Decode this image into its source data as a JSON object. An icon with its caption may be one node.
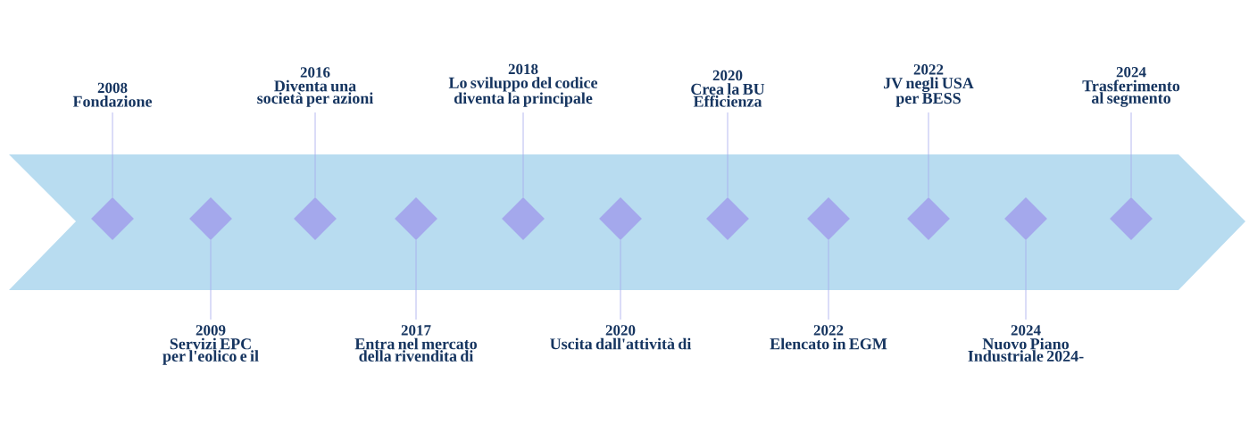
{
  "diagram": {
    "nodes": [
      {
        "text": [
          "2008",
          "Fondazione"
        ]
      },
      {
        "text": [
          "2009",
          "Servizi EPC per l'eolico e il"
        ]
      },
      {
        "text": [
          "2016",
          "Diventa una società per azioni"
        ]
      },
      {
        "text": [
          "2017",
          "Entra nel mercato della rivendita di"
        ]
      },
      {
        "text": [
          "2018",
          "Lo sviluppo del codice diventa la principale"
        ]
      },
      {
        "text": [
          "2020",
          "Uscita dall'attività di"
        ]
      },
      {
        "text": [
          "2020",
          "Crea la BU Efficienza"
        ]
      },
      {
        "text": [
          "2022",
          "Elencato in EGM"
        ]
      },
      {
        "text": [
          "2022",
          "JV negli USA per BESS"
        ]
      },
      {
        "text": [
          "2024",
          "Nuovo Piano Industriale 2024-"
        ]
      },
      {
        "text": [
          "2024",
          "Trasferimento al segmento"
        ]
      },
      {
        "text": [],
        "shape": "diamond"
      },
      {
        "text": [],
        "shape": "diamond"
      },
      {
        "text": [],
        "shape": "diamond"
      },
      {
        "text": [],
        "shape": "diamond"
      },
      {
        "text": [],
        "shape": "diamond"
      },
      {
        "text": [],
        "shape": "diamond"
      },
      {
        "text": [],
        "shape": "diamond"
      },
      {
        "text": [],
        "shape": "diamond"
      },
      {
        "text": [],
        "shape": "diamond"
      },
      {
        "text": [],
        "shape": "diamond"
      },
      {
        "text": [],
        "shape": "diamond"
      }
    ],
    "edges": [
      {
        "from": 0,
        "to": 11,
        "arrow": "none"
      },
      {
        "from": 1,
        "to": 12,
        "arrow": "none"
      },
      {
        "from": 2,
        "to": 13,
        "arrow": "none"
      },
      {
        "from": 3,
        "to": 14,
        "arrow": "none"
      },
      {
        "from": 4,
        "to": 15,
        "arrow": "none"
      },
      {
        "from": 5,
        "to": 16,
        "arrow": "none"
      },
      {
        "from": 6,
        "to": 17,
        "arrow": "none"
      },
      {
        "from": 7,
        "to": 18,
        "arrow": "none"
      },
      {
        "from": 8,
        "to": 19,
        "arrow": "none"
      },
      {
        "from": 9,
        "to": 20,
        "arrow": "none"
      },
      {
        "from": 10,
        "to": 21,
        "arrow": "none"
      }
    ]
  }
}
